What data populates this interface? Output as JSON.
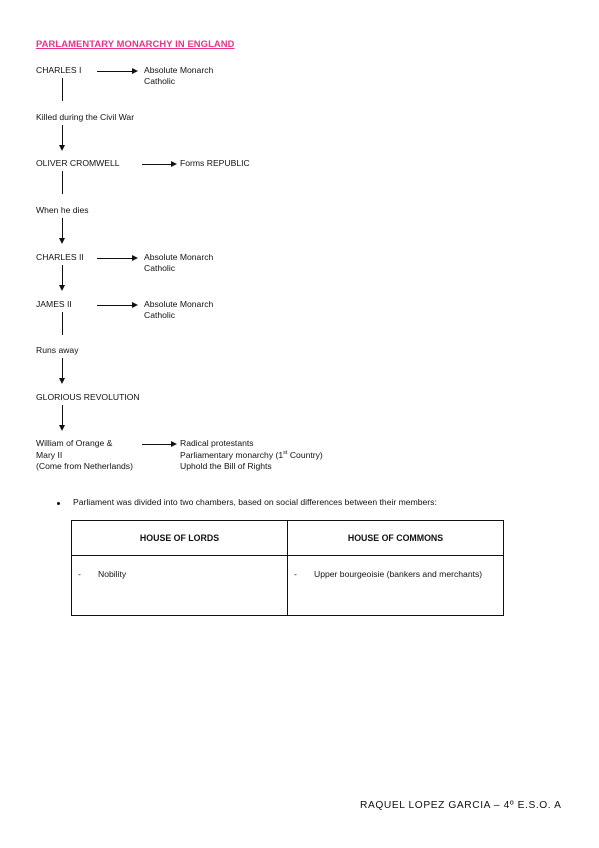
{
  "document": {
    "title": "PARLAMENTARY MONARCHY IN ENGLAND",
    "flow": {
      "charles_i": {
        "name": "CHARLES I",
        "notes": [
          "Absolute Monarch",
          "Catholic"
        ]
      },
      "connector_1": "Killed during the Civil War",
      "oliver_cromwell": {
        "name": "OLIVER CROMWELL",
        "note": "Forms REPUBLIC"
      },
      "connector_2": "When he dies",
      "charles_ii": {
        "name": "CHARLES II",
        "notes": [
          "Absolute Monarch",
          "Catholic"
        ]
      },
      "james_ii": {
        "name": "JAMES II",
        "notes": [
          "Absolute Monarch",
          "Catholic"
        ]
      },
      "connector_3": "Runs away",
      "glorious_revolution": "GLORIOUS REVOLUTION",
      "william_mary": {
        "lines": [
          "William of Orange &",
          "Mary II",
          "(Come from Netherlands)"
        ],
        "notes": [
          "Radical protestants",
          "Parliamentary monarchy (1",
          "Uphold the Bill of Rights"
        ],
        "superscript": "st",
        "suffix": " Country)"
      }
    },
    "bullet_text": "Parliament was divided into two chambers, based on social differences between their members:",
    "table": {
      "headers": [
        "HOUSE OF LORDS",
        "HOUSE OF COMMONS"
      ],
      "dash": "-",
      "rows": [
        [
          "Nobility",
          "Upper bourgeoisie (bankers and merchants)"
        ]
      ]
    },
    "footer": "RAQUEL LOPEZ GARCIA – 4º E.S.O.  A"
  }
}
